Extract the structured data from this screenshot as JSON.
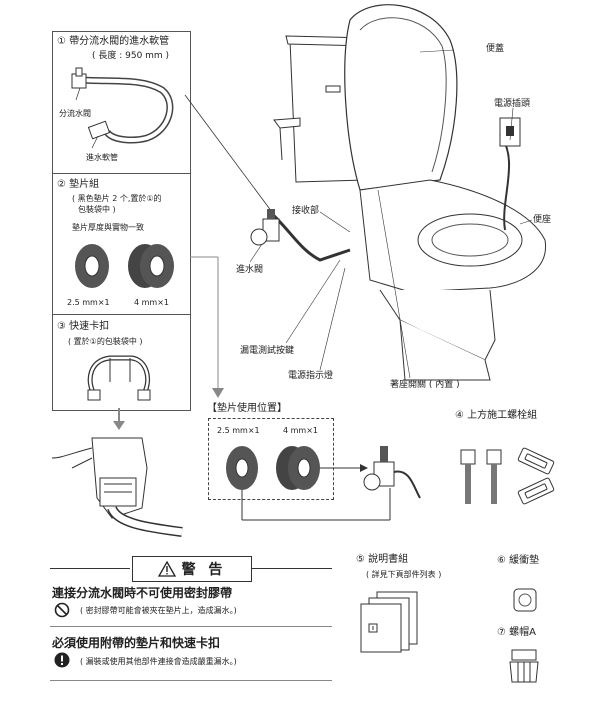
{
  "left_panel": {
    "item1_title": "① 帶分流水閥的進水軟管",
    "item1_length": "( 長度 : 950 mm )",
    "branch_valve": "分流水閥",
    "inlet_hose": "進水軟管",
    "item2_title": "② 墊片組",
    "item2_note_1": "( 黑色墊片 2 个,置於①的",
    "item2_note_2": "包裝袋中 )",
    "gasket_thickness": "墊片厚度與實物一致",
    "gasket_a": "2.5 mm×1",
    "gasket_b": "4 mm×1",
    "item3_title": "③ 快速卡扣",
    "item3_note": "( 置於①的包裝袋中 )"
  },
  "diagram_labels": {
    "lid": "便蓋",
    "power_plug": "電源插頭",
    "seat": "便座",
    "receiver": "接收部",
    "inlet_valve": "進水閥",
    "leak_test_button": "漏電測試按鍵",
    "power_indicator": "電源指示燈",
    "seat_switch": "著座開關 ( 內置 )"
  },
  "gasket_position": {
    "title": "【墊片使用位置】",
    "gasket_a": "2.5 mm×1",
    "gasket_b": "4 mm×1"
  },
  "item4_title": "④ 上方施工螺栓組",
  "item5_title": "⑤ 說明書組",
  "item5_note": "( 詳見下頁部件列表 )",
  "item6_title": "⑥ 緩衝墊",
  "item7_title": "⑦ 螺帽A",
  "warning": {
    "title": "警 告",
    "line1": "連接分流水閥時不可使用密封膠帶",
    "line1_note": "( 密封膠帶可能會被夾在墊片上，造成漏水。)",
    "line2": "必須使用附帶的墊片和快速卡扣",
    "line2_note": "( 漏裝或使用其他部件連接會造成嚴重漏水。)"
  }
}
